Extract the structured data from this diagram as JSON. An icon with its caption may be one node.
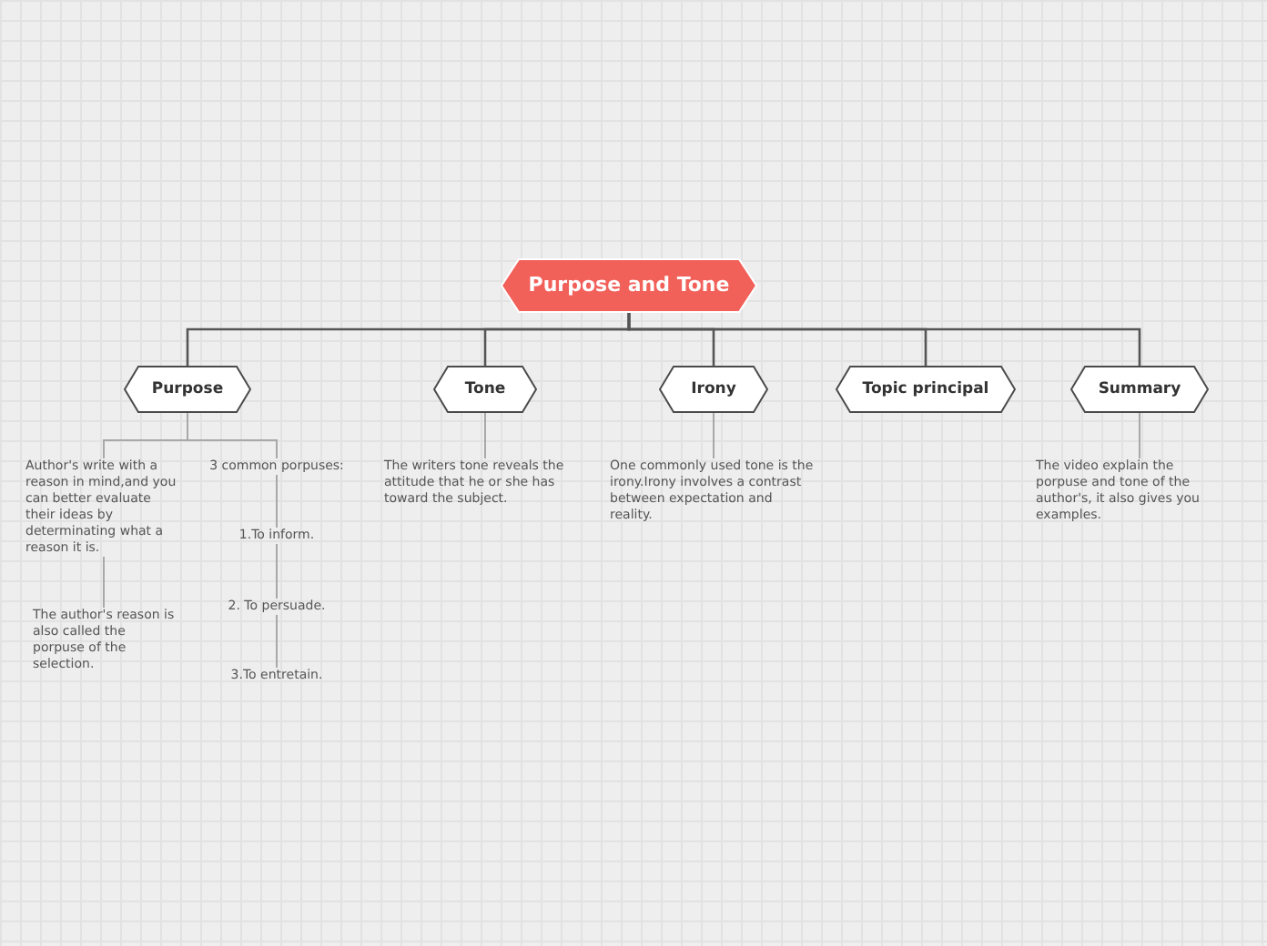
{
  "diagram": {
    "nodes": [
      {
        "text": [
          "Purpose and Tone"
        ]
      },
      {
        "text": [
          "Purpose"
        ]
      },
      {
        "text": [
          "Tone"
        ]
      },
      {
        "text": [
          "Irony"
        ]
      },
      {
        "text": [
          "Topic principal"
        ]
      },
      {
        "text": [
          "Summary"
        ]
      },
      {
        "text": [
          "Author's write with a reason in mind,and you can better evaluate their ideas by determinating what a reason it is."
        ]
      },
      {
        "text": [
          "3 common porpuses:"
        ]
      },
      {
        "text": [
          "The author's reason is also called the porpuse of the selection."
        ]
      },
      {
        "text": [
          "1.To inform."
        ]
      },
      {
        "text": [
          "2. To persuade."
        ]
      },
      {
        "text": [
          "3.To entretain."
        ]
      },
      {
        "text": [
          "The writers tone reveals the attitude that he or she has toward the subject."
        ]
      },
      {
        "text": [
          "One commonly used tone is the irony.Irony involves a contrast between expectation and reality."
        ]
      },
      {
        "text": [
          "The video explain the porpuse and tone of the author's, it also gives you examples."
        ]
      }
    ],
    "edges": [
      {
        "from": 0,
        "to": 1,
        "arrow": "none",
        "color": "#555555"
      },
      {
        "from": 0,
        "to": 2,
        "arrow": "none",
        "color": "#555555"
      },
      {
        "from": 0,
        "to": 3,
        "arrow": "none",
        "color": "#555555"
      },
      {
        "from": 0,
        "to": 4,
        "arrow": "none",
        "color": "#555555"
      },
      {
        "from": 0,
        "to": 5,
        "arrow": "none",
        "color": "#555555"
      },
      {
        "from": 1,
        "to": 6,
        "arrow": "none"
      },
      {
        "from": 1,
        "to": 7,
        "arrow": "none"
      },
      {
        "from": 6,
        "to": 8,
        "arrow": "none"
      },
      {
        "from": 7,
        "to": 9,
        "arrow": "none"
      },
      {
        "from": 9,
        "to": 10,
        "arrow": "none"
      },
      {
        "from": 10,
        "to": 11,
        "arrow": "none"
      },
      {
        "from": 2,
        "to": 12,
        "arrow": "none"
      },
      {
        "from": 3,
        "to": 13,
        "arrow": "none"
      },
      {
        "from": 5,
        "to": 14,
        "arrow": "none"
      }
    ]
  }
}
